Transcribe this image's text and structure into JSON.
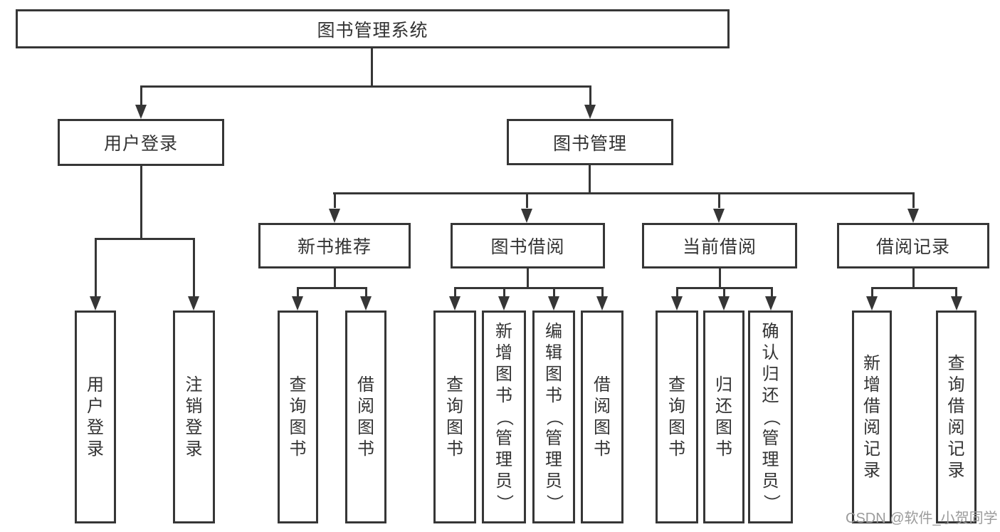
{
  "tree": {
    "label": "图书管理系统",
    "children": [
      {
        "label": "用户登录",
        "children": [
          {
            "label": "用户登录"
          },
          {
            "label": "注销登录"
          }
        ]
      },
      {
        "label": "图书管理",
        "children": [
          {
            "label": "新书推荐",
            "children": [
              {
                "label": "查询图书"
              },
              {
                "label": "借阅图书"
              }
            ]
          },
          {
            "label": "图书借阅",
            "children": [
              {
                "label": "查询图书"
              },
              {
                "label": "新增图书（管理员）"
              },
              {
                "label": "编辑图书（管理员）"
              },
              {
                "label": "借阅图书"
              }
            ]
          },
          {
            "label": "当前借阅",
            "children": [
              {
                "label": "查询图书"
              },
              {
                "label": "归还图书"
              },
              {
                "label": "确认归还（管理员）"
              }
            ]
          },
          {
            "label": "借阅记录",
            "children": [
              {
                "label": "新增借阅记录"
              },
              {
                "label": "查询借阅记录"
              }
            ]
          }
        ]
      }
    ]
  },
  "watermark": {
    "text": "CSDN @软件_小贺同学"
  },
  "colors": {
    "line": "#363636",
    "text": "#333333",
    "background": "#ffffff",
    "watermark": "#9b9b9b"
  }
}
